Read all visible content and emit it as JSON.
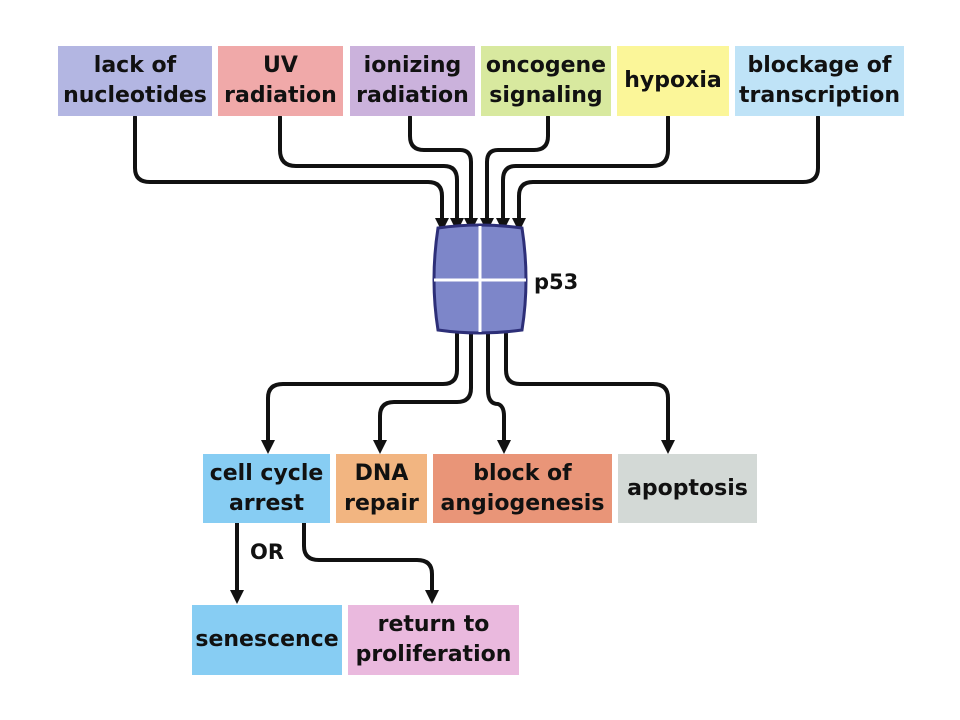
{
  "inputs": [
    {
      "id": "lack-of-nucleotides",
      "lines": [
        "lack of",
        "nucleotides"
      ],
      "color": "#b3b6e2"
    },
    {
      "id": "uv-radiation",
      "lines": [
        "UV",
        "radiation"
      ],
      "color": "#f0a9a9"
    },
    {
      "id": "ionizing-radiation",
      "lines": [
        "ionizing",
        "radiation"
      ],
      "color": "#cbb2dc"
    },
    {
      "id": "oncogene-signaling",
      "lines": [
        "oncogene",
        "signaling"
      ],
      "color": "#d8e99f"
    },
    {
      "id": "hypoxia",
      "lines": [
        "hypoxia"
      ],
      "color": "#fbf699"
    },
    {
      "id": "blockage-of-transcription",
      "lines": [
        "blockage of",
        "transcription"
      ],
      "color": "#bfe3f7"
    }
  ],
  "center": {
    "label": "p53",
    "color": "#7d86c9",
    "border": "#2d2f78"
  },
  "outputs": [
    {
      "id": "cell-cycle-arrest",
      "lines": [
        "cell cycle",
        "arrest"
      ],
      "color": "#87cdf3"
    },
    {
      "id": "dna-repair",
      "lines": [
        "DNA",
        "repair"
      ],
      "color": "#f2b581"
    },
    {
      "id": "block-of-angiogenesis",
      "lines": [
        "block of",
        "angiogenesis"
      ],
      "color": "#e99578"
    },
    {
      "id": "apoptosis",
      "lines": [
        "apoptosis"
      ],
      "color": "#d3d9d6"
    }
  ],
  "branch_label": "OR",
  "fates": [
    {
      "id": "senescence",
      "lines": [
        "senescence"
      ],
      "color": "#87cdf3"
    },
    {
      "id": "return-to-proliferation",
      "lines": [
        "return to",
        "proliferation"
      ],
      "color": "#eab9de"
    }
  ]
}
